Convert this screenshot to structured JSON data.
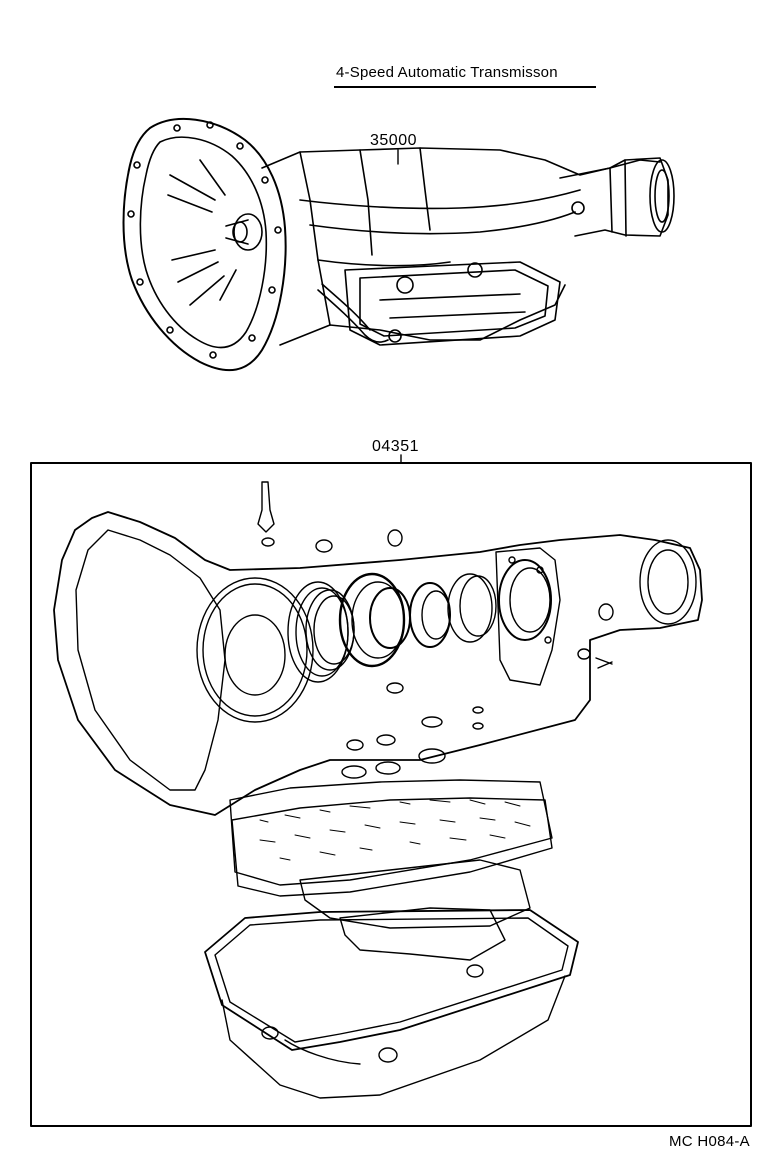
{
  "title": "4-Speed Automatic Transmisson",
  "callouts": {
    "assembly": "35000",
    "gasket_kit": "04351"
  },
  "drawing_code": "MC H084-A"
}
